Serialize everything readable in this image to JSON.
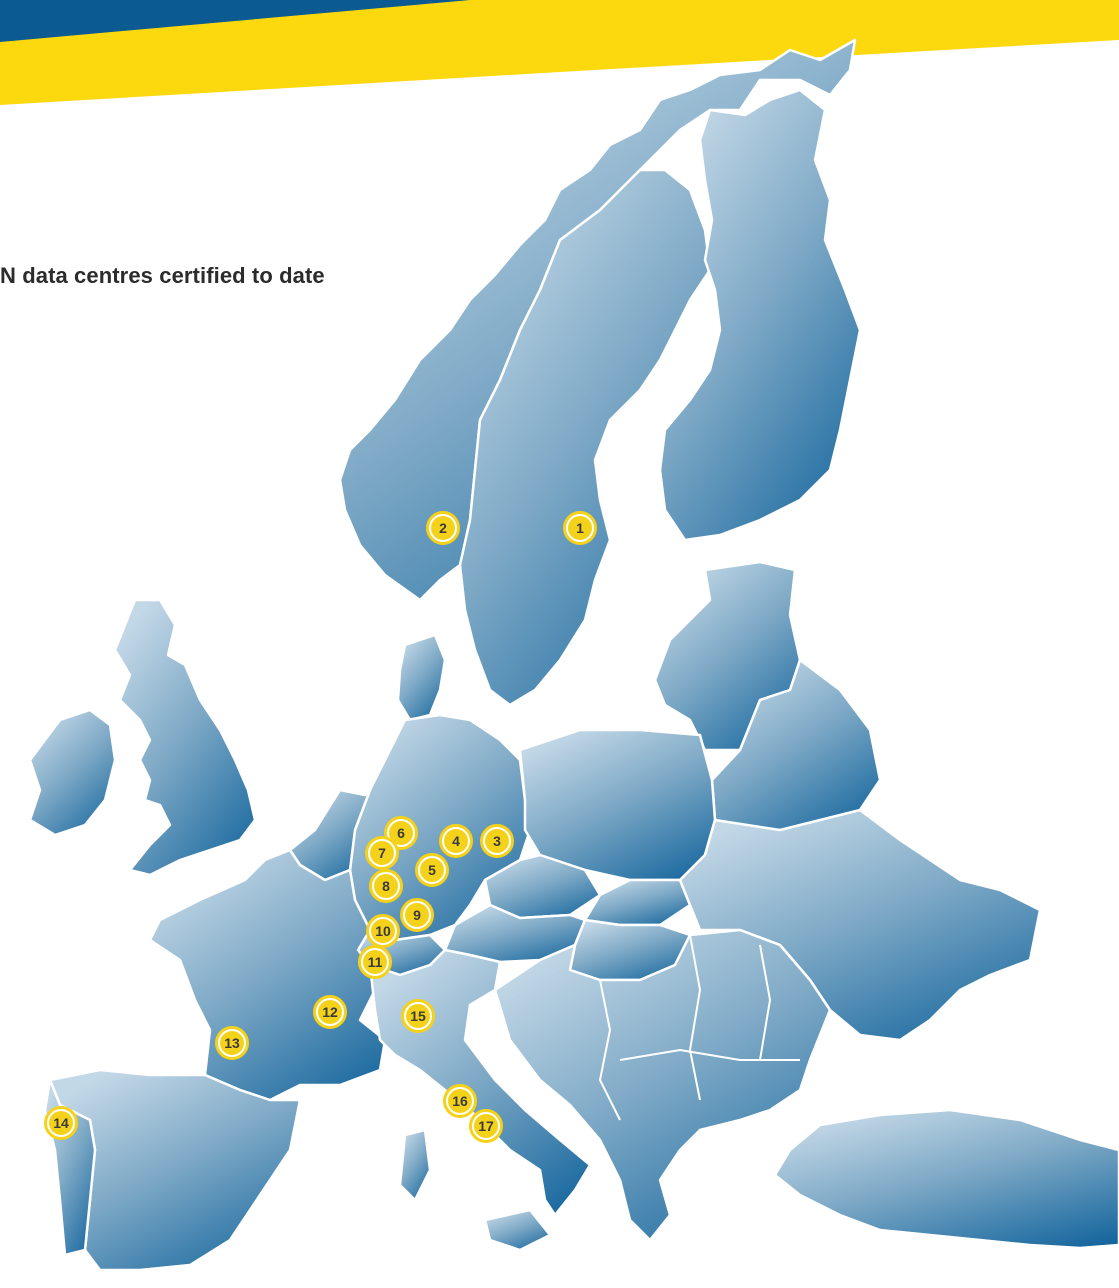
{
  "title": "N data centres certified to date",
  "colors": {
    "banner_blue": "#0b5a92",
    "banner_yellow": "#fcd80f",
    "land_light": "#b8d1e2",
    "land_dark": "#1c6b9f",
    "border": "#ffffff",
    "marker": "#f5d21a"
  },
  "markers": [
    {
      "id": "1",
      "label": "1"
    },
    {
      "id": "2",
      "label": "2"
    },
    {
      "id": "3",
      "label": "3"
    },
    {
      "id": "4",
      "label": "4"
    },
    {
      "id": "5",
      "label": "5"
    },
    {
      "id": "6",
      "label": "6"
    },
    {
      "id": "7",
      "label": "7"
    },
    {
      "id": "8",
      "label": "8"
    },
    {
      "id": "9",
      "label": "9"
    },
    {
      "id": "10",
      "label": "10"
    },
    {
      "id": "11",
      "label": "11"
    },
    {
      "id": "12",
      "label": "12"
    },
    {
      "id": "13",
      "label": "13"
    },
    {
      "id": "14",
      "label": "14"
    },
    {
      "id": "15",
      "label": "15"
    },
    {
      "id": "16",
      "label": "16"
    },
    {
      "id": "17",
      "label": "17"
    }
  ]
}
